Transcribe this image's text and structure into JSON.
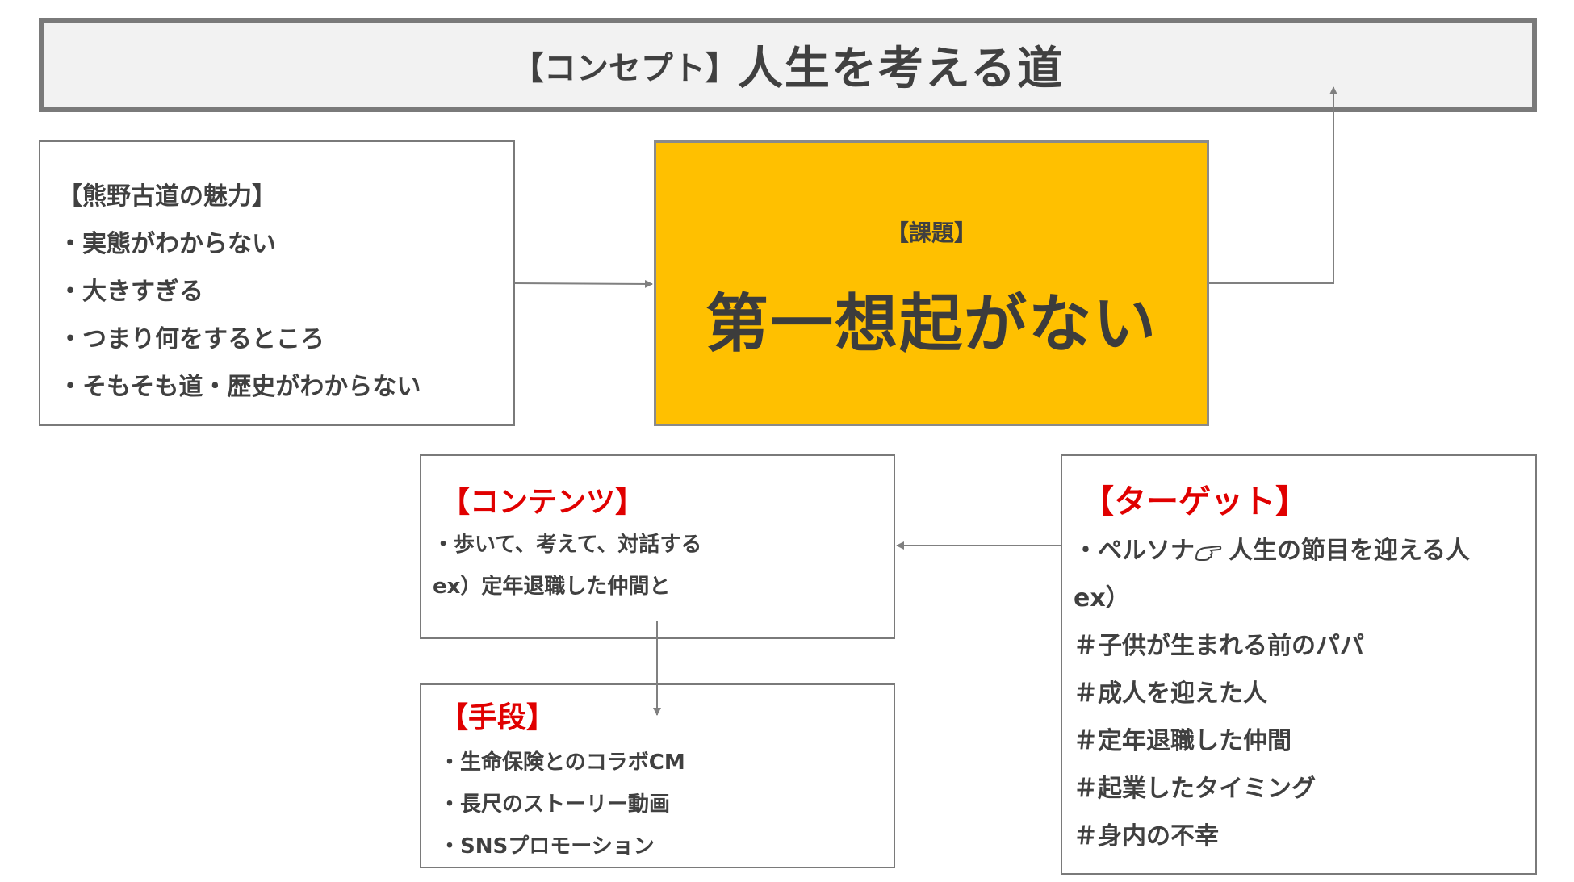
{
  "concept": {
    "bracket": "【コンセプト】",
    "title": "人生を考える道"
  },
  "charm": {
    "heading": "【熊野古道の魅力】",
    "items": [
      "・実態がわからない",
      "・大きすぎる",
      "・つまり何をするところ",
      "・そもそも道・歴史がわからない"
    ]
  },
  "issue": {
    "label": "【課題】",
    "text": "第一想起がない",
    "fill": "#ffc000"
  },
  "contents": {
    "heading": "【コンテンツ】",
    "items": [
      "・歩いて、考えて、対話する",
      "ex）定年退職した仲間と"
    ]
  },
  "means": {
    "heading": "【手段】",
    "items": [
      "・生命保険とのコラボCM",
      "・長尺のストーリー動画",
      "・SNSプロモーション"
    ]
  },
  "target": {
    "heading": "【ターゲット】",
    "persona_prefix": "・ペルソナ",
    "persona_icon": "pointing-hand-icon",
    "persona_text": "人生の節目を迎える人",
    "ex": "ex）",
    "items": [
      "＃子供が生まれる前のパパ",
      "＃成人を迎えた人",
      "＃定年退職した仲間",
      "＃起業したタイミング",
      "＃身内の不幸"
    ]
  },
  "colors": {
    "accent_red": "#e00000",
    "border": "#7a7a7a",
    "arrow": "#808080"
  }
}
